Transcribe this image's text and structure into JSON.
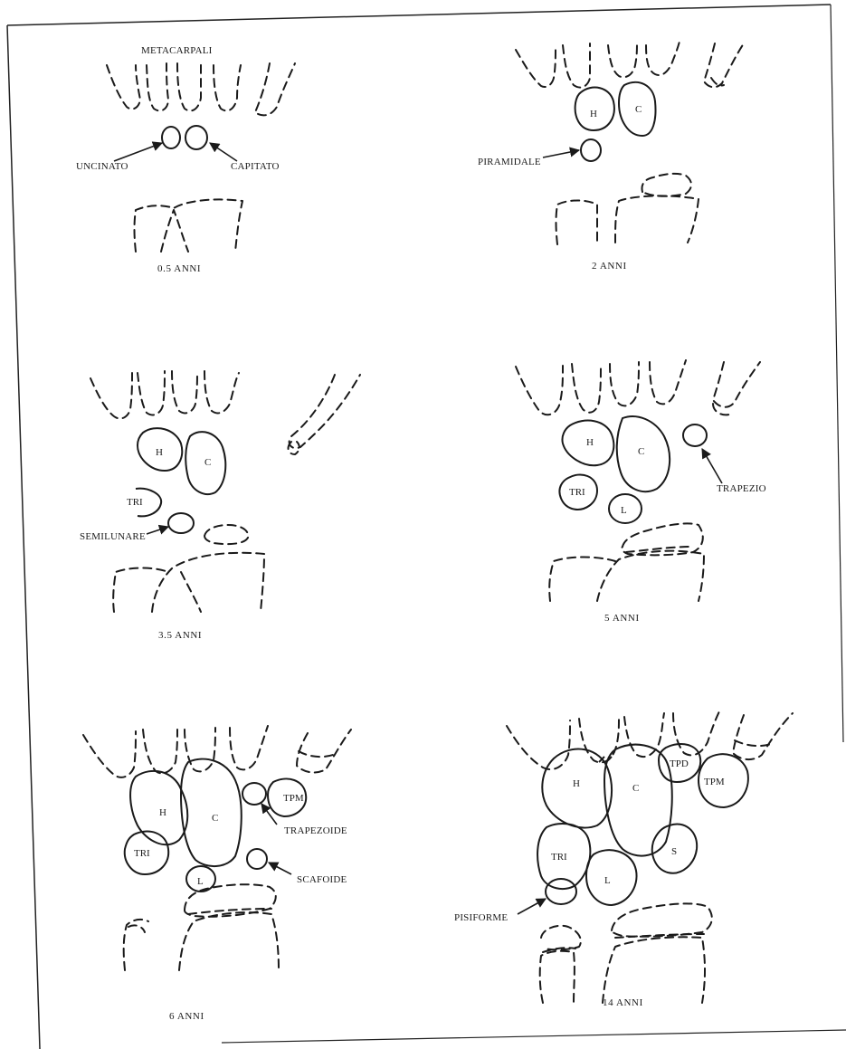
{
  "figure": {
    "header_label": "METACARPALI",
    "panels": [
      {
        "caption": "0.5 ANNI",
        "callouts": [
          "UNCINATO",
          "CAPITATO"
        ],
        "inline_labels": []
      },
      {
        "caption": "2 ANNI",
        "callouts": [
          "PIRAMIDALE"
        ],
        "inline_labels": [
          "H",
          "C"
        ]
      },
      {
        "caption": "3.5 ANNI",
        "callouts": [
          "SEMILUNARE"
        ],
        "inline_labels": [
          "H",
          "C",
          "TRI"
        ]
      },
      {
        "caption": "5 ANNI",
        "callouts": [
          "TRAPEZIO"
        ],
        "inline_labels": [
          "H",
          "C",
          "TRI",
          "L"
        ]
      },
      {
        "caption": "6 ANNI",
        "callouts": [
          "TRAPEZOIDE",
          "SCAFOIDE"
        ],
        "inline_labels": [
          "H",
          "C",
          "TPM",
          "TRI",
          "L"
        ]
      },
      {
        "caption": "14 ANNI",
        "callouts": [
          "PISIFORME"
        ],
        "inline_labels": [
          "H",
          "C",
          "TPD",
          "TPM",
          "TRI",
          "S",
          "L"
        ]
      }
    ]
  }
}
